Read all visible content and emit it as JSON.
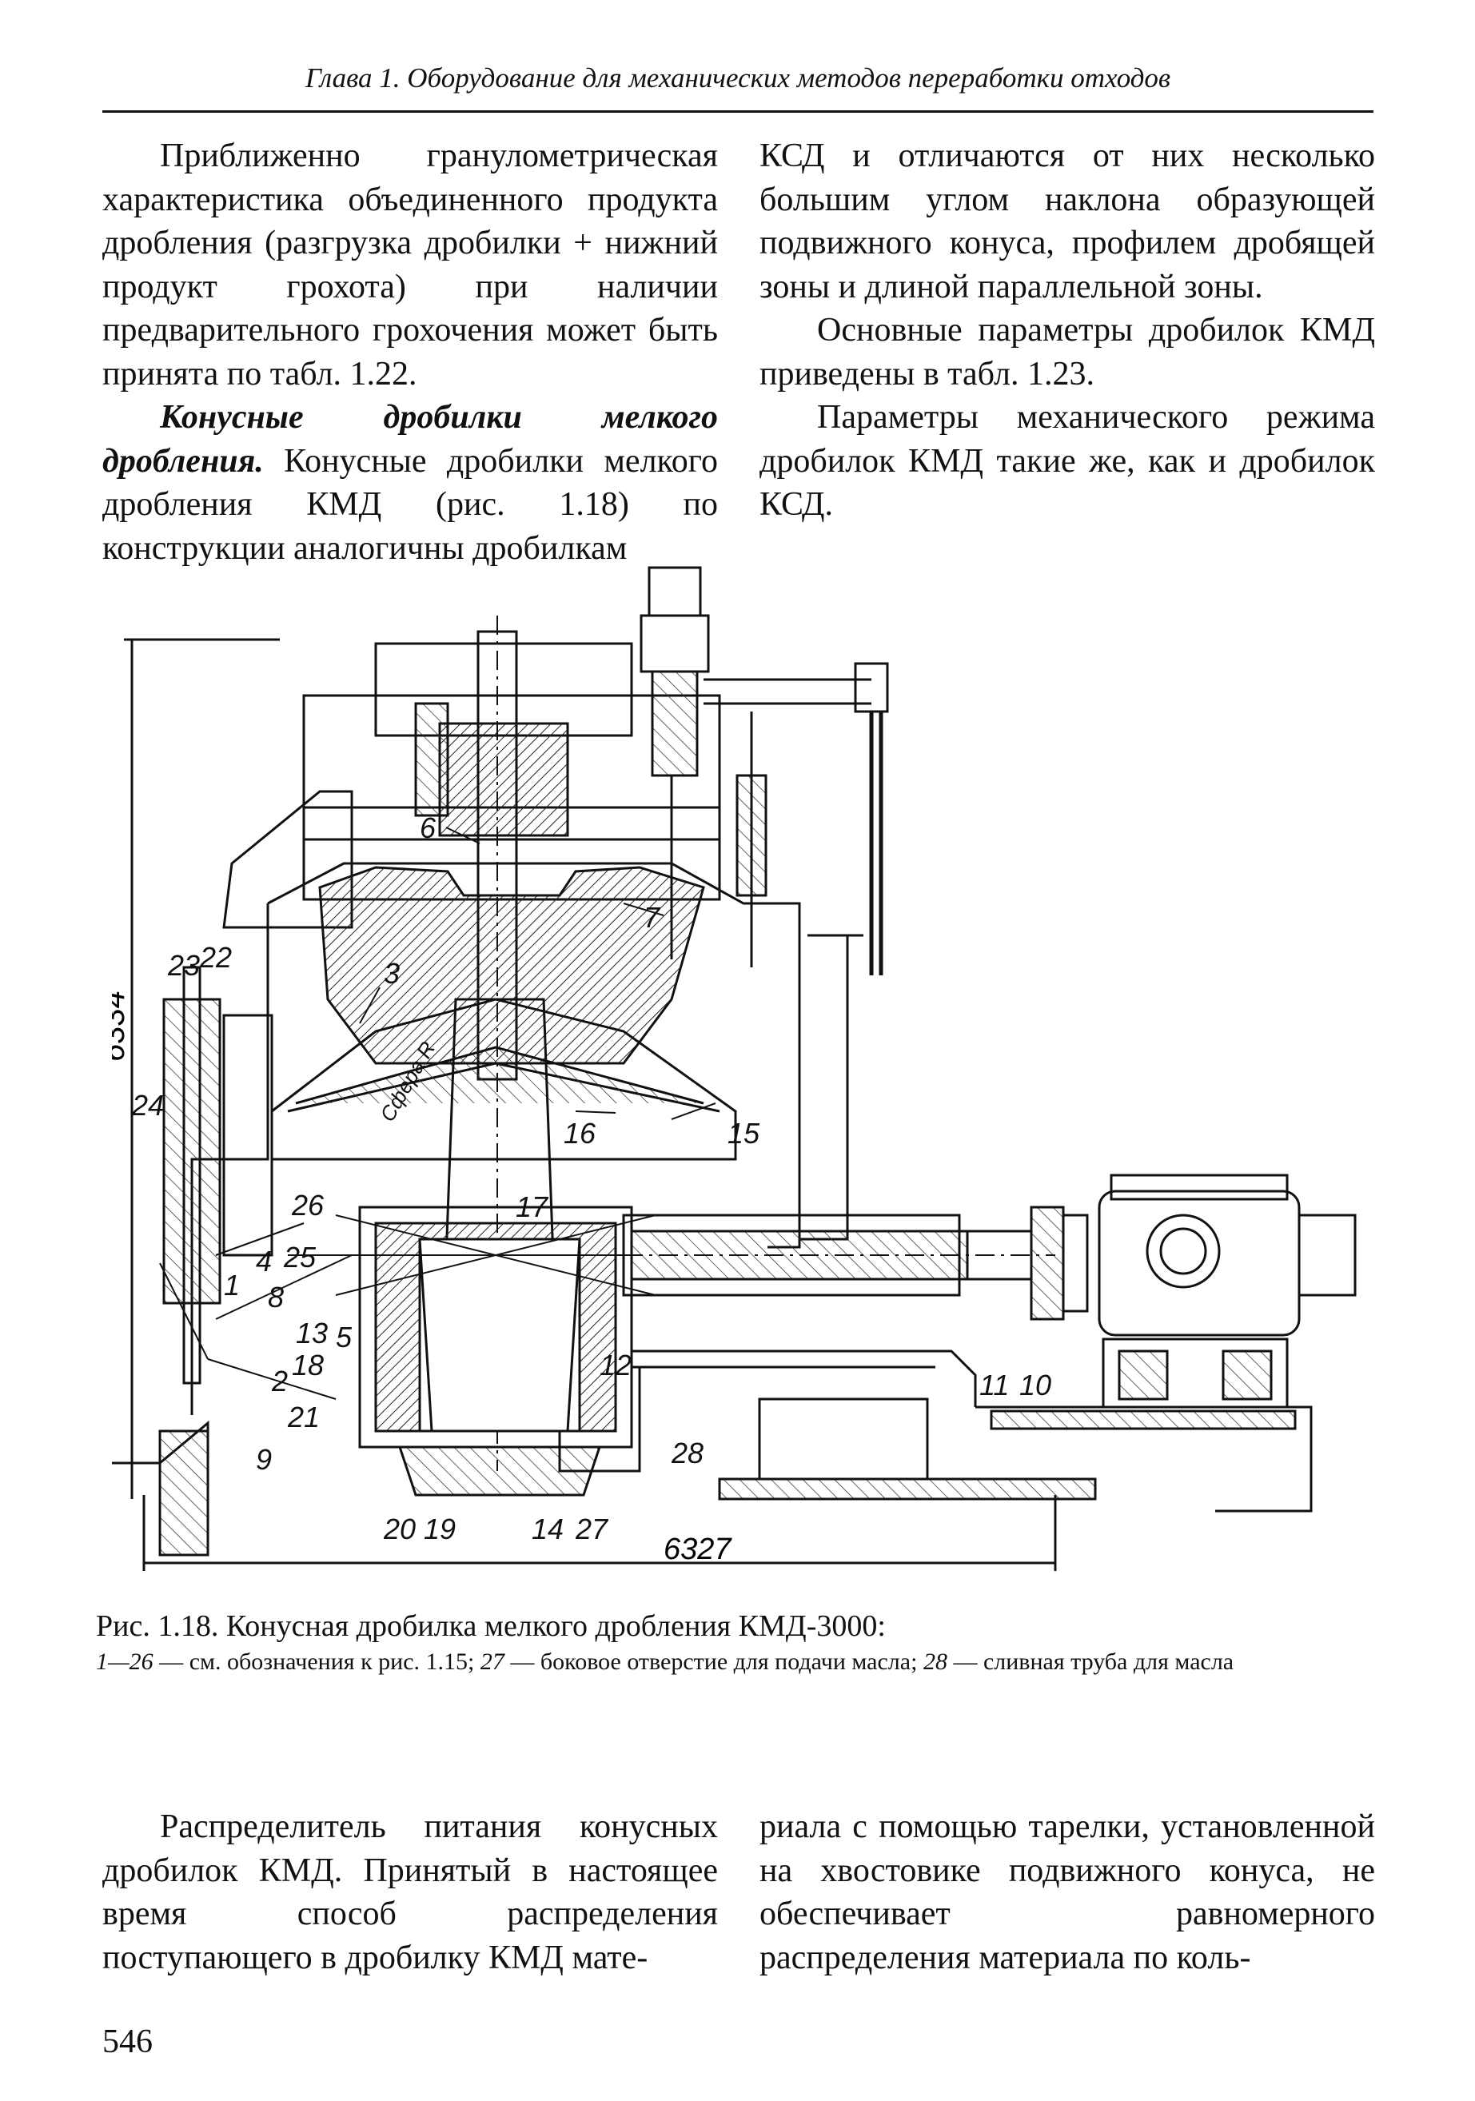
{
  "header": {
    "running_title": "Глава 1. Оборудование для механических методов переработки отходов"
  },
  "top": {
    "left_p1": "Приближенно гранулометрическая характеристика объединенного продукта дробления (разгрузка дробилки + нижний продукт грохота) при наличии предварительного грохочения может быть принята по табл. 1.22.",
    "left_p2_runin": "Конусные дробилки мелкого дробления.",
    "left_p2_text": " Конусные дробилки мелкого дробления КМД (рис. 1.18) по конструкции аналогичны дробилкам",
    "right_p1": "КСД и отличаются от них несколько большим углом наклона образующей подвижного конуса, профилем дробящей зоны и длиной параллельной зоны.",
    "right_p2": "Основные параметры дробилок КМД приведены в табл. 1.23.",
    "right_p3": "Параметры механического режима дробилок КМД такие же, как и дробилок КСД."
  },
  "figure": {
    "dim_height": "6334",
    "dim_width": "6327",
    "labels": {
      "l1": "1",
      "l2": "2",
      "l3": "3",
      "l4": "4",
      "l5": "5",
      "l6": "6",
      "l7": "7",
      "l8": "8",
      "l9": "9",
      "l10": "10",
      "l11": "11",
      "l12": "12",
      "l13": "13",
      "l14": "14",
      "l15": "15",
      "l16": "16",
      "l17": "17",
      "l18": "18",
      "l19": "19",
      "l20": "20",
      "l21": "21",
      "l22": "22",
      "l23": "23",
      "l24": "24",
      "l25": "25",
      "l26": "26",
      "l27": "27",
      "l28": "28",
      "sphere": "Сфера R"
    }
  },
  "caption": {
    "title": "Рис. 1.18. Конусная дробилка мелкого дробления КМД-3000:",
    "legend_range": "1—26",
    "legend_text1": " — см. обозначения к рис. 1.15; ",
    "legend_27": "27",
    "legend_text2": " — боковое отверстие для подачи масла; ",
    "legend_28": "28",
    "legend_text3": " — сливная труба для масла"
  },
  "bottom": {
    "left": "Распределитель питания конусных дробилок КМД. Принятый в настоящее время способ распределения поступающего в дробилку КМД мате-",
    "right": "риала с помощью тарелки, установленной на хвостовике подвижного конуса, не обеспечивает равномерного распределения материала по коль-"
  },
  "page_number": "546"
}
